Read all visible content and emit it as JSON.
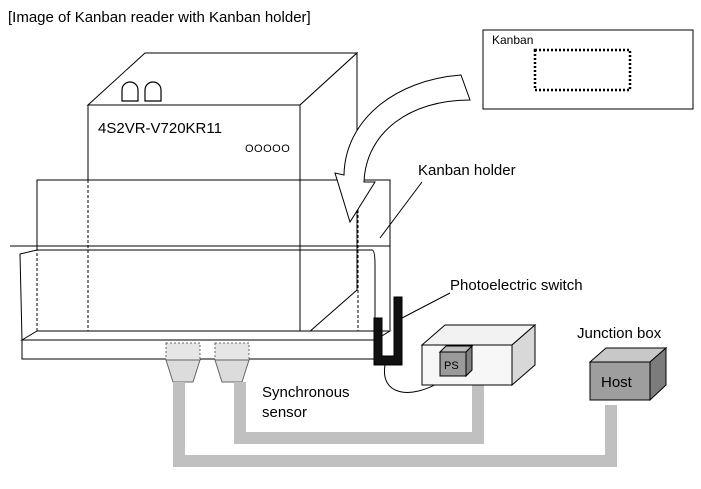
{
  "title": "[Image of Kanban reader with Kanban holder]",
  "reader": {
    "model": "4S2VR-V720KR11",
    "indicators": "OOOOO"
  },
  "card": {
    "label": "Kanban"
  },
  "labels": {
    "kanban_holder": "Kanban holder",
    "photoelectric_switch": "Photoelectric switch",
    "junction_box": "Junction box",
    "host": "Host",
    "ps": "PS",
    "sync_sensor_line1": "Synchronous",
    "sync_sensor_line2": "sensor"
  },
  "colors": {
    "box_fill": "#f2f2f2",
    "cable": "#c0c0c0",
    "host_fill": "#9e9e9e",
    "ps_fill": "#9a9a9a",
    "switch": "#111111"
  }
}
